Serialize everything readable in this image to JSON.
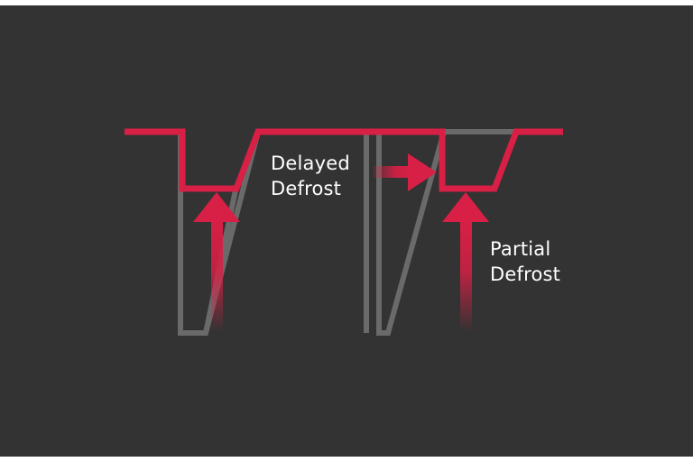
{
  "labels": {
    "delayed": {
      "line1": "Delayed",
      "line2": "Defrost"
    },
    "partial": {
      "line1": "Partial",
      "line2": "Defrost"
    }
  },
  "colors": {
    "background": "#333333",
    "accent": "#d81f45",
    "outline": "#6a6a6a",
    "text": "#ffffff"
  }
}
